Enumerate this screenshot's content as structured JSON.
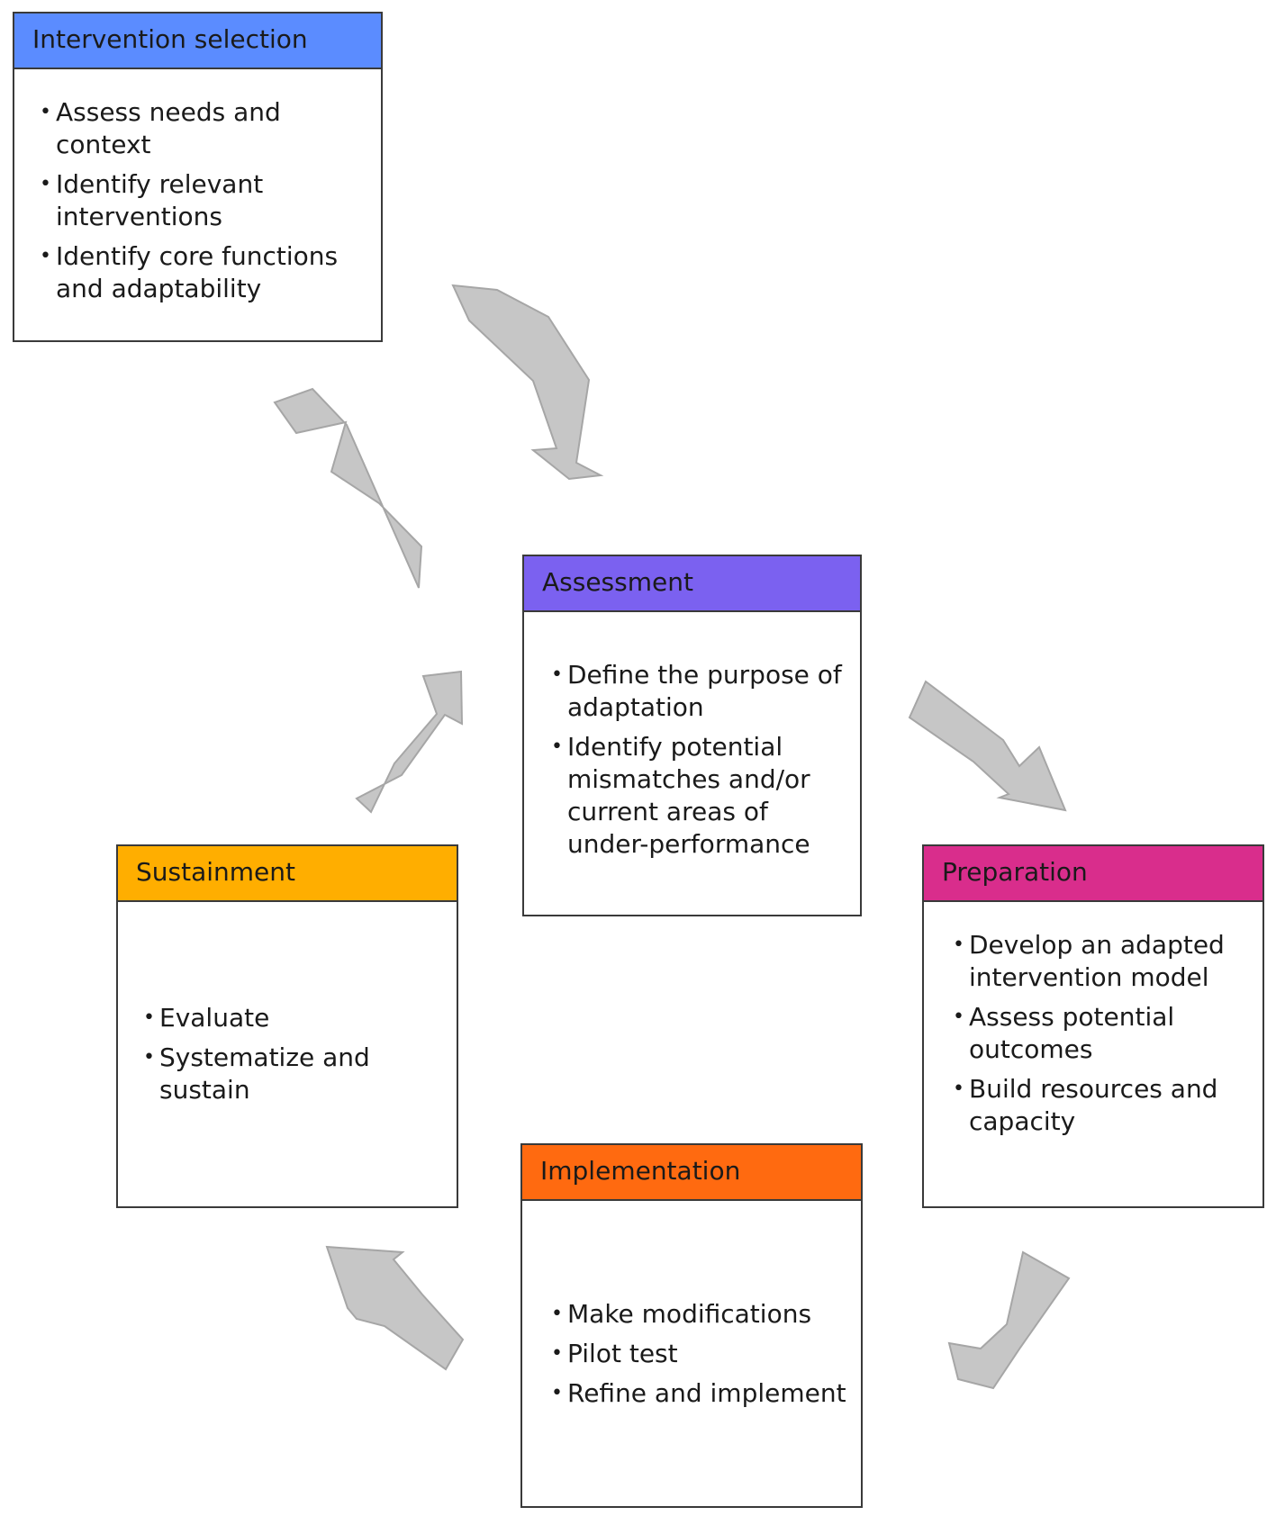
{
  "colors": {
    "intervention_selection": "#5b8cff",
    "assessment": "#7b61f0",
    "preparation": "#d92d8c",
    "implementation": "#ff6a10",
    "sustainment": "#ffae00",
    "arrow_fill": "#c6c6c6",
    "arrow_stroke": "#a6a6a6"
  },
  "boxes": {
    "intervention_selection": {
      "title": "Intervention selection",
      "items": [
        "Assess needs and context",
        "Identify relevant interventions",
        "Identify core functions and adaptability"
      ]
    },
    "assessment": {
      "title": "Assessment",
      "items": [
        "Define the purpose of adaptation",
        "Identify potential mismatches and/or current areas of under-performance"
      ]
    },
    "preparation": {
      "title": "Preparation",
      "items": [
        "Develop an adapted intervention model",
        "Assess potential outcomes",
        "Build resources and capacity"
      ]
    },
    "implementation": {
      "title": "Implementation",
      "items": [
        "Make modifications",
        "Pilot test",
        "Refine and implement"
      ]
    },
    "sustainment": {
      "title": "Sustainment",
      "items": [
        "Evaluate",
        "Systematize and sustain"
      ]
    }
  }
}
